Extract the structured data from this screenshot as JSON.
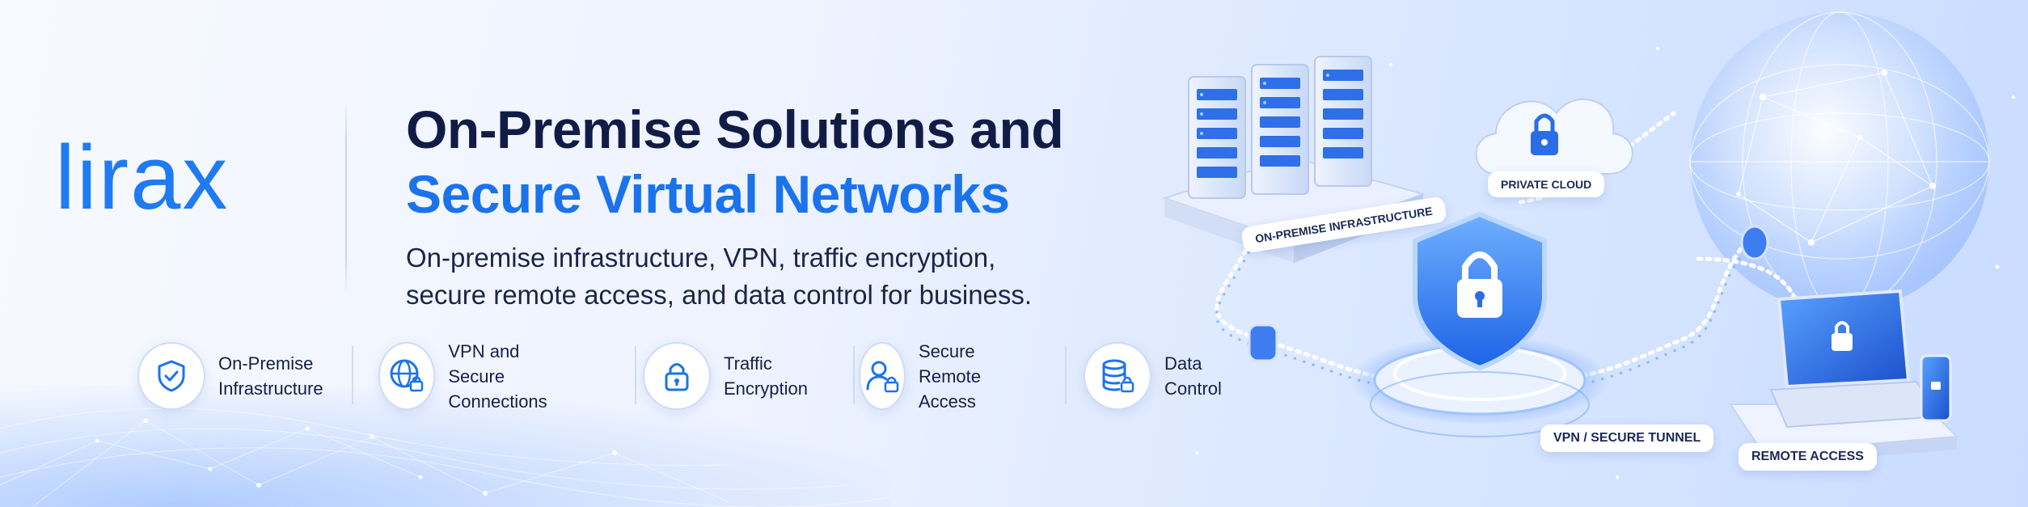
{
  "brand": {
    "logo_text": "lirax",
    "accent": "#1b73ec",
    "dark": "#111c46"
  },
  "headline": {
    "line1": "On-Premise Solutions and",
    "line2": "Secure Virtual Networks"
  },
  "subtitle": {
    "line1": "On-premise infrastructure, VPN, traffic encryption,",
    "line2": "secure remote access, and data control for business."
  },
  "features": [
    {
      "icon": "shield-check-icon",
      "label": "On-Premise\nInfrastructure"
    },
    {
      "icon": "globe-lock-icon",
      "label": "VPN and Secure\nConnections"
    },
    {
      "icon": "padlock-icon",
      "label": "Traffic\nEncryption"
    },
    {
      "icon": "user-lock-icon",
      "label": "Secure\nRemote Access"
    },
    {
      "icon": "database-lock-icon",
      "label": "Data\nControl"
    }
  ],
  "illustration": {
    "tags": {
      "onprem": "ON-PREMISE INFRASTRUCTURE",
      "cloud": "PRIVATE CLOUD",
      "tunnel": "VPN / SECURE TUNNEL",
      "remote": "REMOTE ACCESS"
    }
  }
}
